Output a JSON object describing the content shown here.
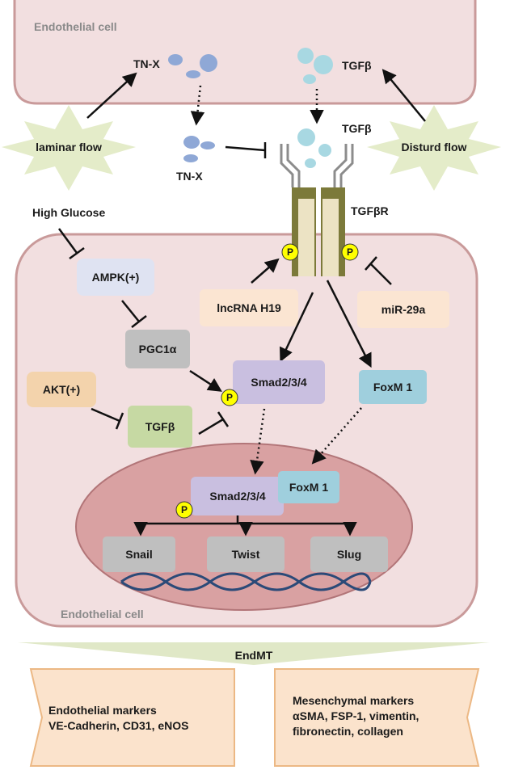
{
  "cell_top": {
    "label": "Endothelial cell"
  },
  "cell_bottom": {
    "label": "Endothelial cell"
  },
  "flows": {
    "laminar": "laminar flow",
    "disturbed": "Disturd flow"
  },
  "ligands": {
    "tnx_top": "TN-X",
    "tnx_bottom": "TN-X",
    "tgfb_top": "TGFβ",
    "tgfb_bottom": "TGFβ"
  },
  "receptor": {
    "label": "TGFβR",
    "phospho": "P"
  },
  "nodes": {
    "high_glucose": "High Glucose",
    "ampk": "AMPK(+)",
    "pgc1a": "PGC1α",
    "akt": "AKT(+)",
    "tgfb_box": "TGFβ",
    "lncrna": "lncRNA H19",
    "mir29a": "miR-29a",
    "smad_cyto": "Smad2/3/4",
    "foxm1_cyto": "FoxM 1",
    "smad_nuc": "Smad2/3/4",
    "foxm1_nuc": "FoxM 1",
    "snail": "Snail",
    "twist": "Twist",
    "slug": "Slug"
  },
  "outcome": {
    "title": "EndMT",
    "endothelial_markers_title": "Endothelial markers",
    "endothelial_markers_list": "VE-Cadherin, CD31, eNOS",
    "mesenchymal_markers_title": "Mesenchymal markers",
    "mesenchymal_markers_line1": "αSMA, FSP-1, vimentin,",
    "mesenchymal_markers_line2": "fibronectin, collagen"
  },
  "colors": {
    "cell_fill": "#f2dfe0",
    "cell_stroke": "#c99a9a",
    "nucleus_fill": "#d9a1a2",
    "nucleus_stroke": "#b27578",
    "burst_fill": "#e4ecc9",
    "ampk_fill": "#dfe3f2",
    "pgc1a_fill": "#bfbfbf",
    "akt_fill": "#f3d3ac",
    "tgfb_box_fill": "#c6d9a3",
    "lncrna_fill": "#fbe5d2",
    "smad_fill": "#c9bfe0",
    "foxm1_fill": "#9fcfdd",
    "gene_fill": "#bfbfbf",
    "phospho_fill": "#ffff00",
    "tnx_color": "#8fa8d6",
    "tgfb_color": "#a8d8e2",
    "receptor_dark": "#7c7a3a",
    "receptor_light": "#ece3c4",
    "dna_color": "#2b4a78",
    "outcome_fill": "#fbe3cc",
    "outcome_stroke": "#ecb884",
    "endmt_fill": "#e0e8c7"
  }
}
